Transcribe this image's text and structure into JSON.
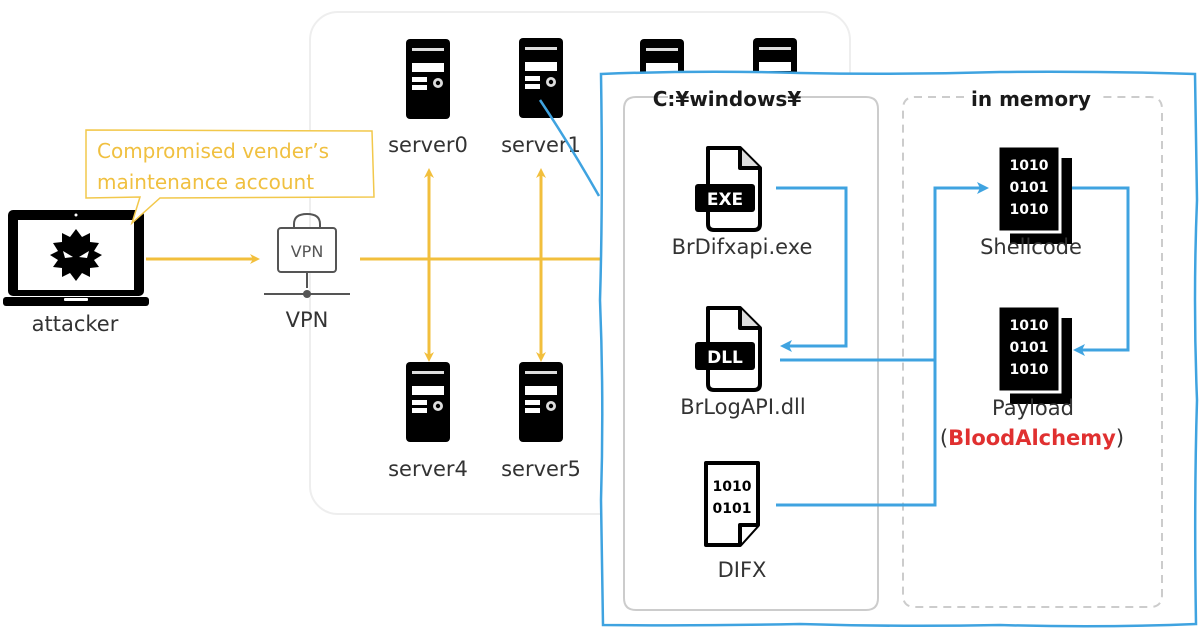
{
  "colors": {
    "attack_path": "#f2bf3c",
    "execution_flow": "#3fa3e0",
    "callout_text": "#f0c040",
    "malware_name": "#e03030",
    "network_group_border": "#eeeeee",
    "folder_border": "#cccccc"
  },
  "attacker": {
    "label": "attacker",
    "icon": "laptop-with-malware-icon",
    "callout": {
      "line1": "Compromised vender’s",
      "line2": "maintenance account"
    }
  },
  "vpn": {
    "label": "VPN",
    "icon_text": "VPN",
    "icon": "vpn-lock-icon"
  },
  "servers": [
    {
      "label": "server0"
    },
    {
      "label": "server1"
    },
    {
      "label": "server4"
    },
    {
      "label": "server5"
    }
  ],
  "host_detail": {
    "folder_title": "C:¥windows¥",
    "memory_title": "in memory",
    "files": [
      {
        "name": "BrDifxapi.exe",
        "tag": "EXE",
        "icon": "exe-file-icon"
      },
      {
        "name": "BrLogAPI.dll",
        "tag": "DLL",
        "icon": "dll-file-icon"
      },
      {
        "name": "DIFX",
        "binary": [
          "1010",
          "0101"
        ],
        "icon": "binary-file-icon"
      }
    ],
    "memory_items": [
      {
        "name": "Shellcode",
        "binary": [
          "1010",
          "0101",
          "1010"
        ],
        "icon": "binary-stack-icon"
      },
      {
        "name": "Payload",
        "binary": [
          "1010",
          "0101",
          "1010"
        ],
        "icon": "binary-stack-icon",
        "family_prefix": "(",
        "family": "BloodAlchemy",
        "family_suffix": ")"
      }
    ]
  }
}
